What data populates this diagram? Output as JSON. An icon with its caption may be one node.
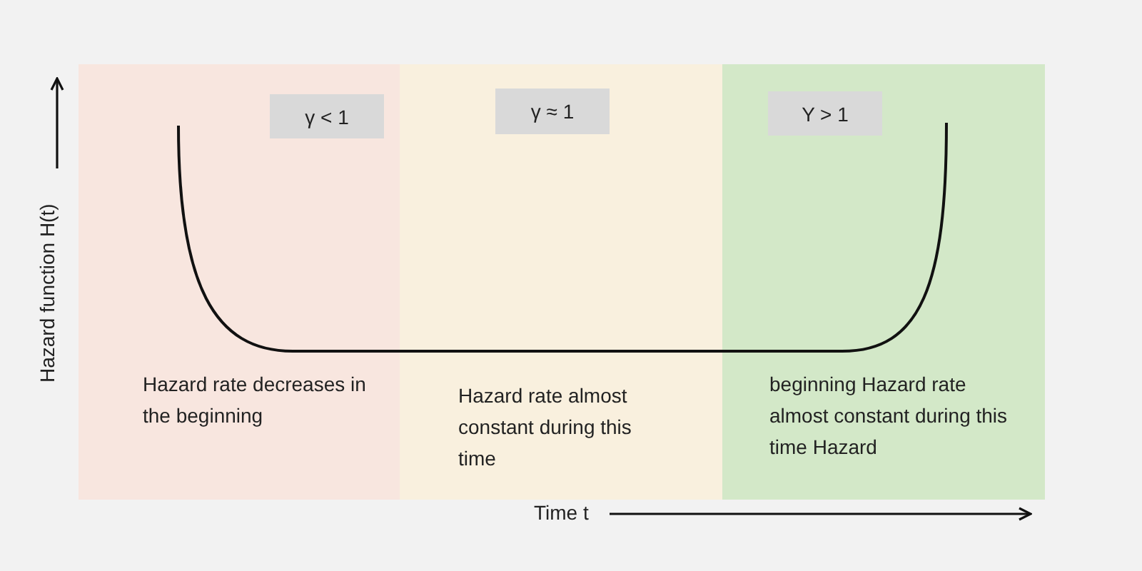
{
  "diagram": {
    "nodes": [
      {
        "text": [
          "Hazard rate decreases in the beginning"
        ]
      },
      {
        "text": [
          "γ < 1"
        ],
        "in": 0
      },
      {
        "text": [
          "Hazard rate almost constant during this time"
        ]
      },
      {
        "text": [
          "γ ≈ 1"
        ],
        "in": 2
      },
      {
        "text": [
          "beginning Hazard rate almost constant during this time Hazard"
        ]
      },
      {
        "text": [
          "Y > 1"
        ],
        "in": 4
      }
    ],
    "edges": [],
    "labels": [
      "Hazard function H(t)",
      "Time t"
    ]
  }
}
